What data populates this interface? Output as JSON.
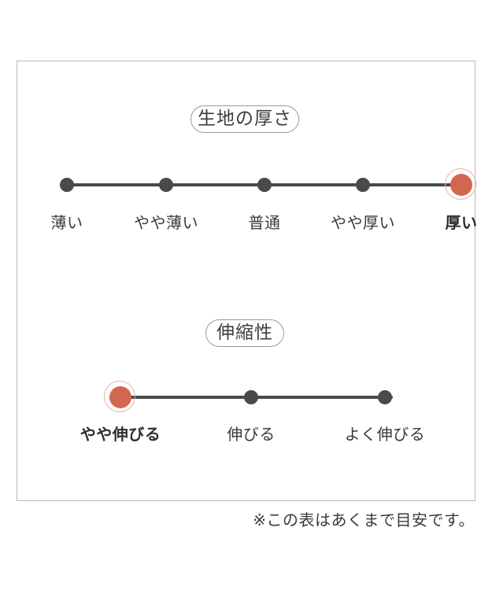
{
  "frame": {
    "border_color": "#b9b9b9"
  },
  "colors": {
    "dot_default": "#4a4a4a",
    "dot_active": "#d2674f",
    "dot_active_ring": "#e2b4a8",
    "track": "#4a4a4a",
    "text": "#3a3a3a",
    "badge_border": "#9a9a9a"
  },
  "chart_data": {
    "type": "scale-diagram",
    "title": "",
    "scales": [
      {
        "id": "fabric-thickness",
        "badge_label": "生地の厚さ",
        "points": [
          {
            "label": "薄い",
            "active": false,
            "position_pct": 0
          },
          {
            "label": "やや薄い",
            "active": false,
            "position_pct": 25
          },
          {
            "label": "普通",
            "active": false,
            "position_pct": 50
          },
          {
            "label": "やや厚い",
            "active": false,
            "position_pct": 75
          },
          {
            "label": "厚い",
            "active": true,
            "position_pct": 100
          }
        ],
        "selected_index": 4,
        "selected_label": "厚い"
      },
      {
        "id": "stretchiness",
        "badge_label": "伸縮性",
        "points": [
          {
            "label": "やや伸びる",
            "active": true,
            "position_pct": 0
          },
          {
            "label": "伸びる",
            "active": false,
            "position_pct": 50
          },
          {
            "label": "よく伸びる",
            "active": false,
            "position_pct": 100
          }
        ],
        "selected_index": 0,
        "selected_label": "やや伸びる"
      }
    ]
  },
  "footnote": {
    "text": "※この表はあくまで目安です。"
  }
}
